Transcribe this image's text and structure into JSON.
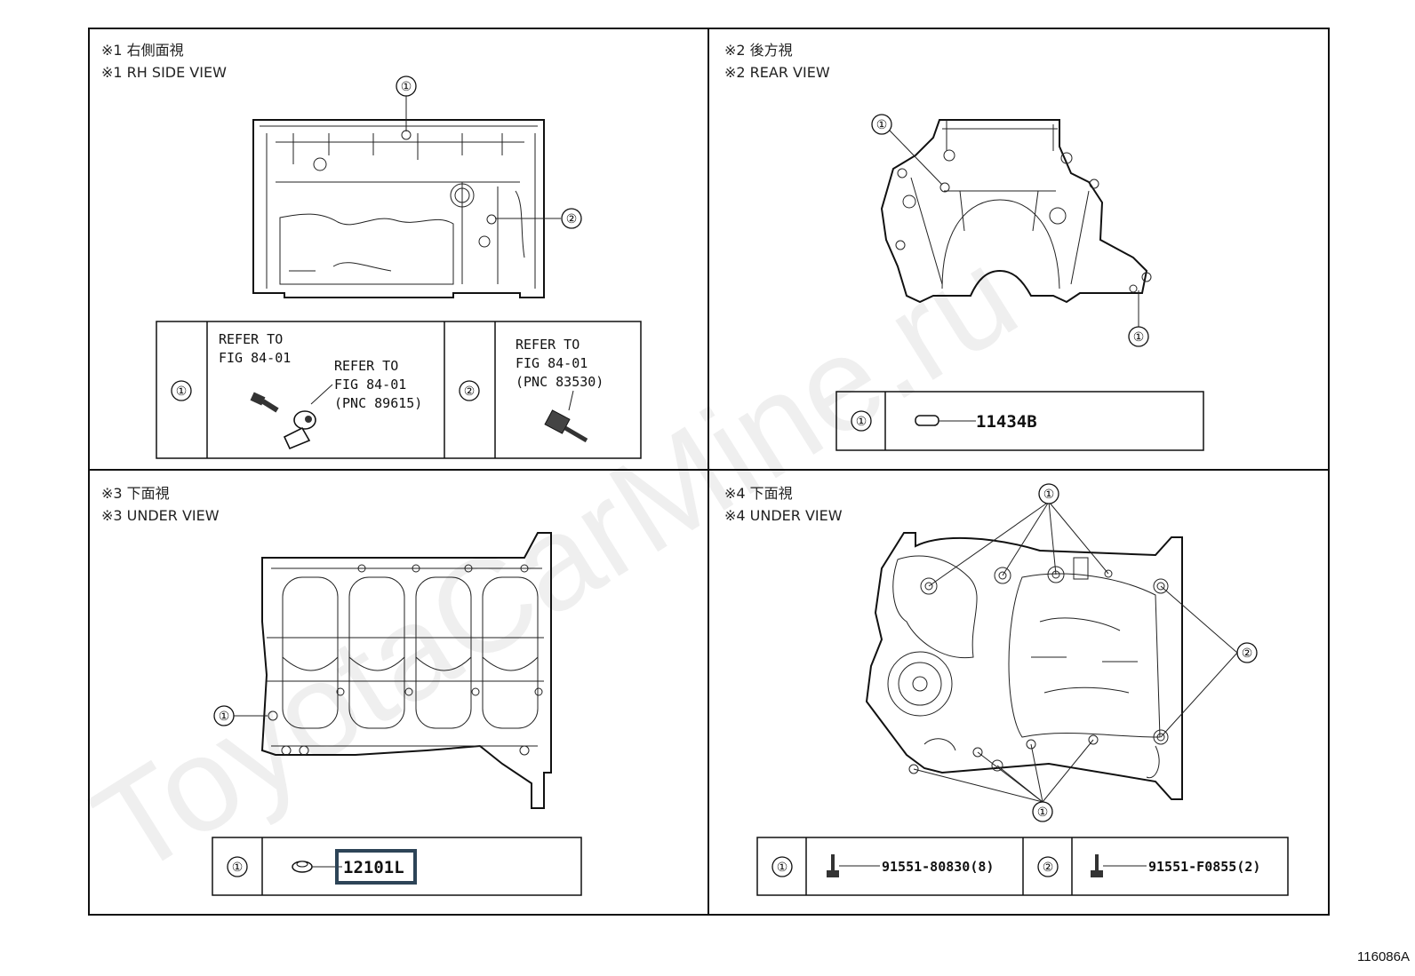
{
  "figure_id": "116086A",
  "watermark": "ToyotaCarMine.ru",
  "panels": {
    "p1": {
      "caption_jp": "※1 右側面視",
      "caption_en": "※1 RH SIDE VIEW",
      "callouts": [
        "①",
        "②"
      ],
      "legend": {
        "c1": "①",
        "refer1_l1": "REFER TO",
        "refer1_l2": "FIG 84-01",
        "refer2_l1": "REFER TO",
        "refer2_l2": "FIG 84-01",
        "refer2_l3": "(PNC 89615)",
        "c2": "②",
        "refer3_l1": "REFER TO",
        "refer3_l2": "FIG 84-01",
        "refer3_l3": "(PNC 83530)"
      }
    },
    "p2": {
      "caption_jp": "※2 後方視",
      "caption_en": "※2 REAR VIEW",
      "callouts": [
        "①",
        "①"
      ],
      "legend": {
        "c1": "①",
        "part1": "11434B"
      }
    },
    "p3": {
      "caption_jp": "※3 下面視",
      "caption_en": "※3 UNDER VIEW",
      "callouts": [
        "①"
      ],
      "legend": {
        "c1": "①",
        "part1": "12101L"
      }
    },
    "p4": {
      "caption_jp": "※4 下面視",
      "caption_en": "※4 UNDER VIEW",
      "callouts": [
        "①",
        "②",
        "①"
      ],
      "legend": {
        "c1": "①",
        "part1": "91551-80830(8)",
        "c2": "②",
        "part2": "91551-F0855(2)"
      }
    }
  }
}
